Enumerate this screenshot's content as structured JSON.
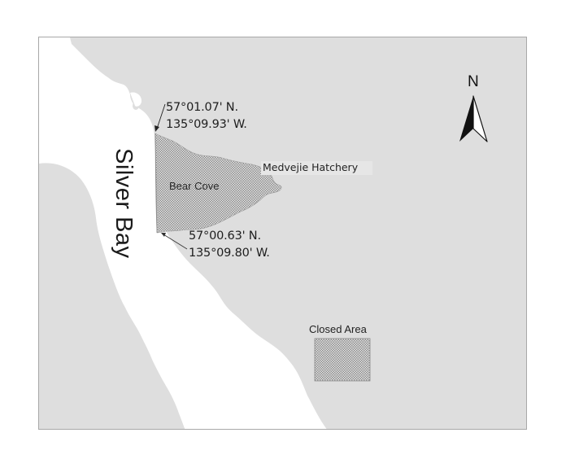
{
  "map": {
    "colors": {
      "land": "#dedede",
      "water": "#ffffff",
      "frame": "#a8a8a8",
      "hatch_dark": "#8c8c8c",
      "hatch_light": "#e4e4e4",
      "text": "#1a1a1a"
    },
    "water_body": {
      "label": "Silver Bay"
    },
    "features": {
      "cove": {
        "label": "Bear Cove"
      },
      "hatchery": {
        "label": "Medvejie Hatchery"
      }
    },
    "boundary_points": [
      {
        "lat": "57°01.07' N.",
        "lon": "135°09.93' W."
      },
      {
        "lat": "57°00.63' N.",
        "lon": "135°09.80' W."
      }
    ],
    "north_arrow": {
      "label": "N",
      "icon": "north-arrow-icon"
    },
    "legend": {
      "items": [
        {
          "label": "Closed Area",
          "swatch": "crosshatch"
        }
      ]
    }
  }
}
